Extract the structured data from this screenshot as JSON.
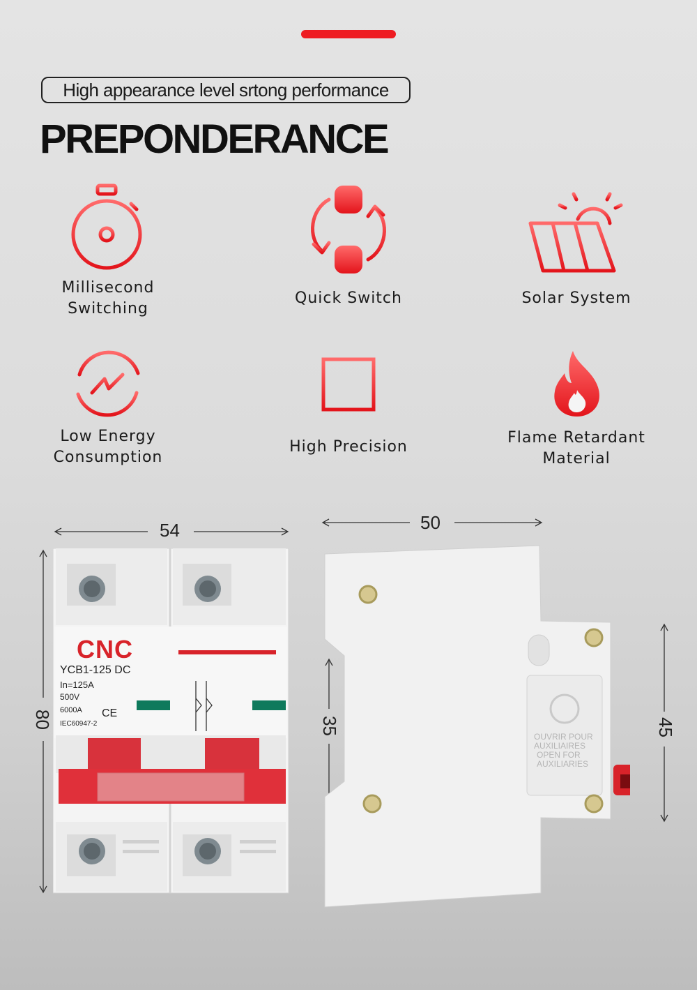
{
  "header": {
    "tagline": "High appearance level srtong performance",
    "headline": "PREPONDERANCE"
  },
  "colors": {
    "accent": "#ee1c22",
    "text": "#1b1b1b",
    "background": "#dcdcdc"
  },
  "features": [
    {
      "label": "Millisecond\nSwitching",
      "icon": "stopwatch-icon"
    },
    {
      "label": "Quick Switch",
      "icon": "switch-arrows-icon"
    },
    {
      "label": "Solar System",
      "icon": "solar-panel-icon"
    },
    {
      "label": "Low Energy\nConsumption",
      "icon": "energy-icon"
    },
    {
      "label": "High Precision",
      "icon": "crosshair-icon"
    },
    {
      "label": "Flame Retardant\nMaterial",
      "icon": "flame-icon"
    }
  ],
  "dimensions": {
    "front_width": "54",
    "front_height": "80",
    "side_depth": "50",
    "side_inner": "35",
    "side_height": "45"
  },
  "breaker_front": {
    "brand": "CNC",
    "model": "YCB1-125 DC",
    "current": "In=125A",
    "voltage": "500V",
    "breaking": "6000A",
    "standard": "IEC60947-2",
    "marks": "CE"
  },
  "breaker_side": {
    "aux_label_fr": "OUVRIR POUR\nAUXILIAIRES",
    "aux_label_en": "OPEN FOR\nAUXILIARIES"
  }
}
